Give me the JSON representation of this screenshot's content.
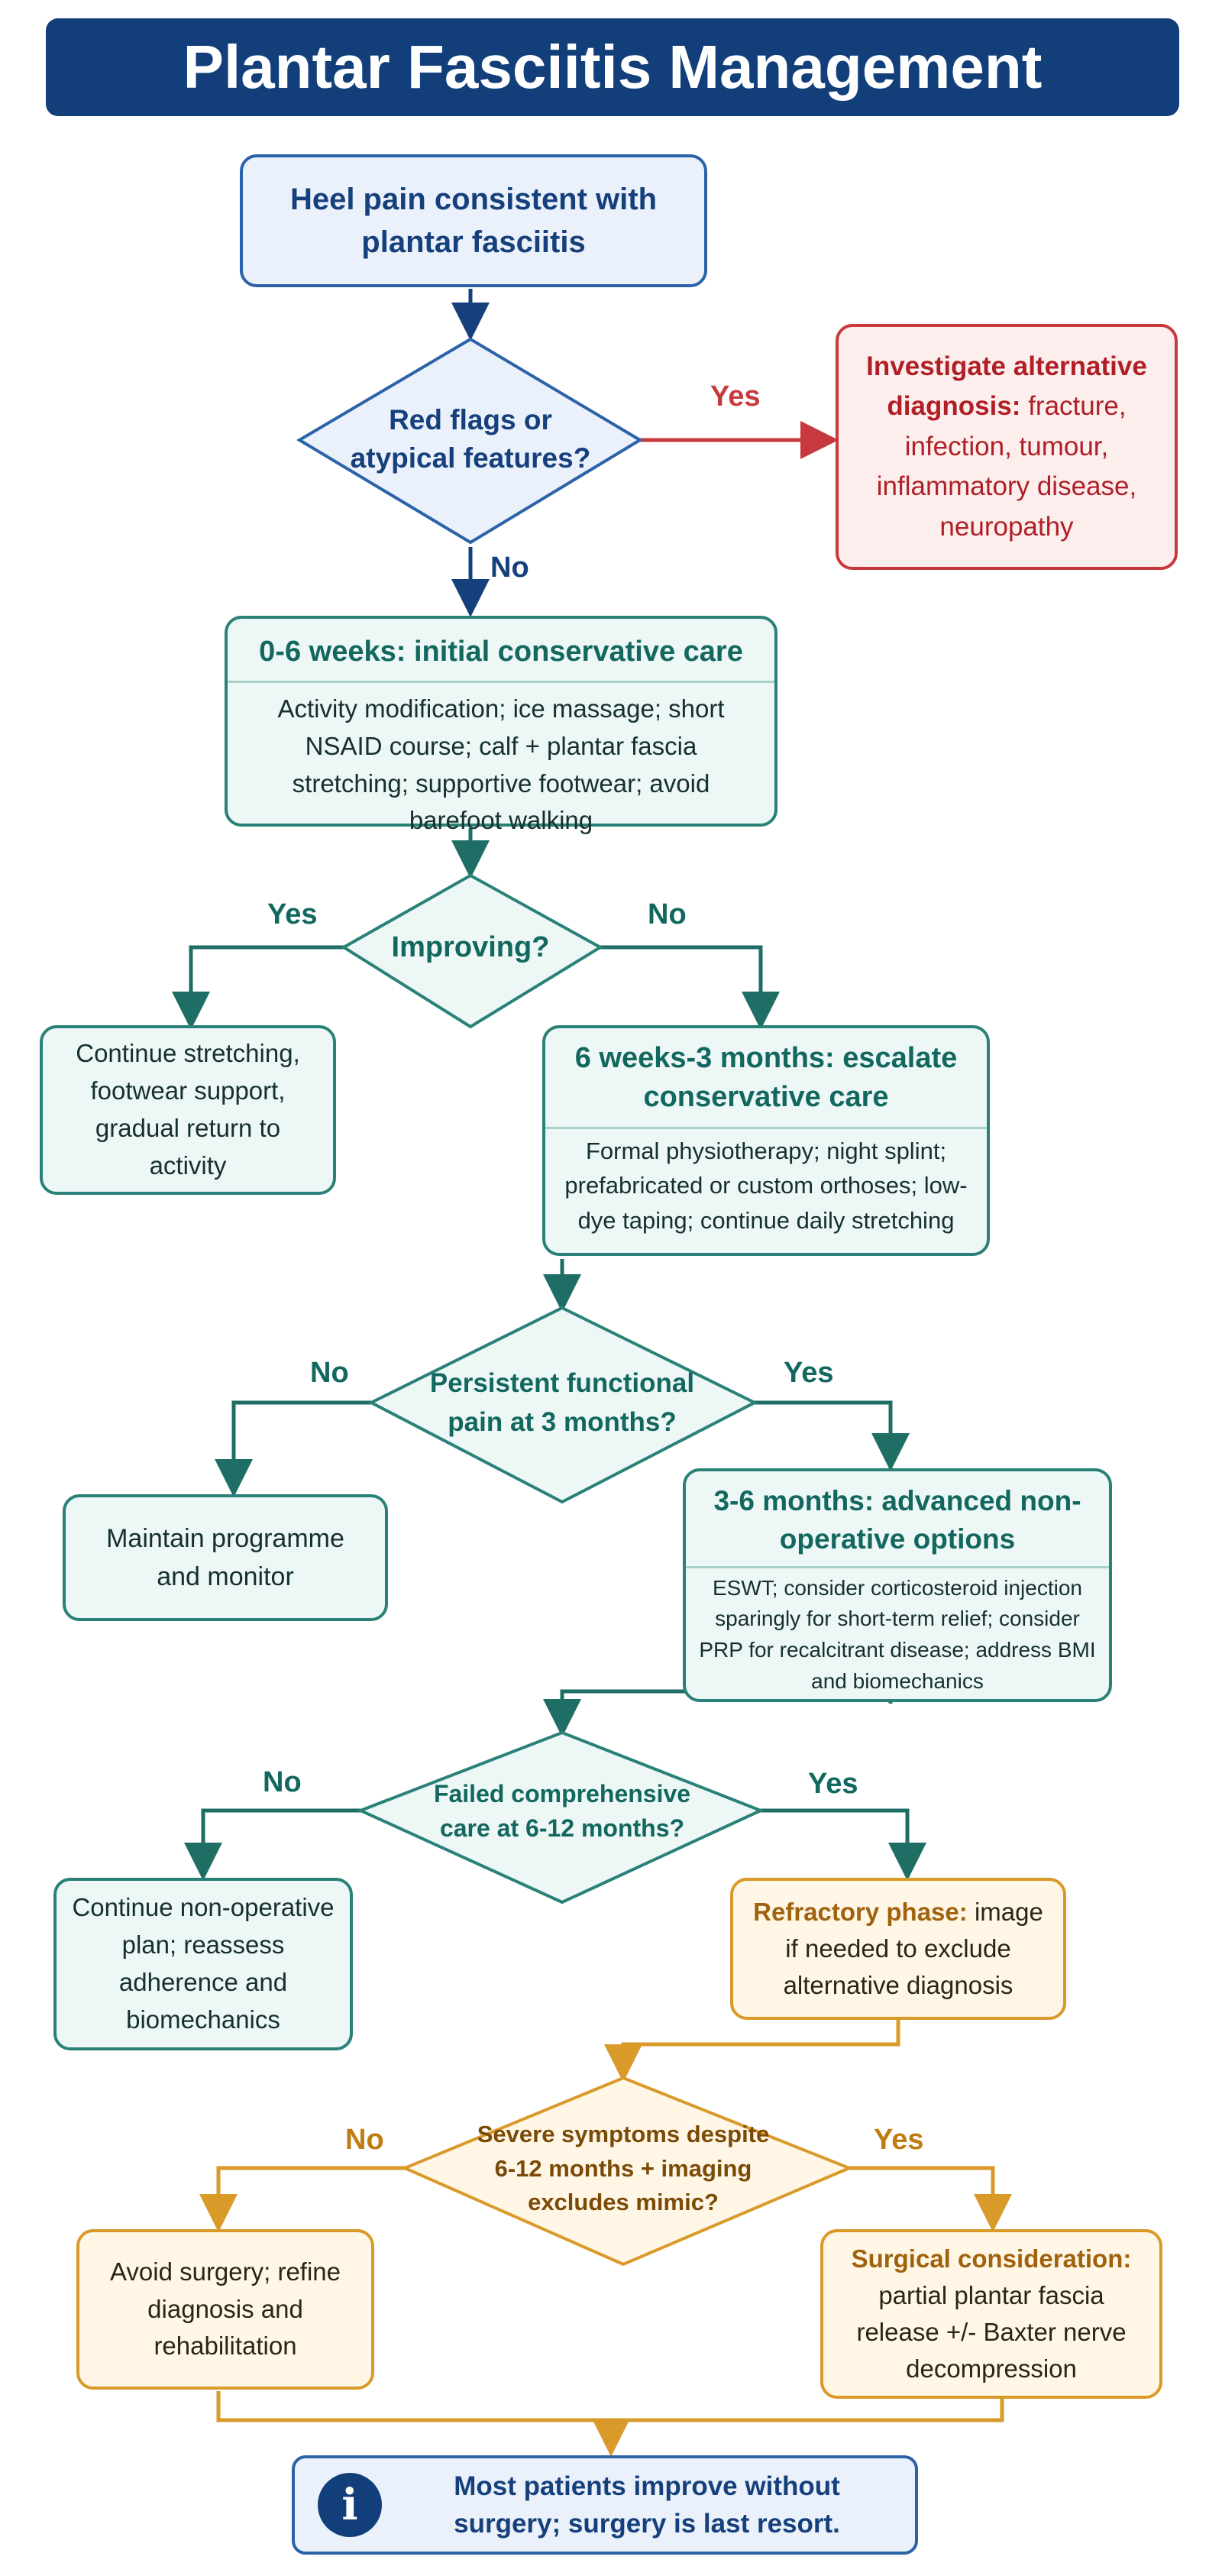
{
  "title": "Plantar Fasciitis Management",
  "start": {
    "text": "Heel pain consistent with plantar fasciitis"
  },
  "q_red_flags": {
    "text": "Red flags or atypical features?",
    "yes": "Yes",
    "no": "No"
  },
  "alternative": {
    "title": "Investigate alternative diagnosis:",
    "text": "fracture, infection, tumour, inflammatory disease, neuropathy"
  },
  "stage_initial": {
    "title": "0-6 weeks: initial conservative care",
    "text": "Activity modification; ice massage; short NSAID course; calf + plantar fascia stretching; supportive footwear; avoid barefoot walking"
  },
  "q_improving": {
    "text": "Improving?",
    "yes": "Yes",
    "no": "No"
  },
  "continue_stretching": {
    "text": "Continue stretching, footwear support, gradual return to activity"
  },
  "stage_escalate": {
    "title": "6 weeks-3 months: escalate conservative care",
    "text": "Formal physiotherapy; night splint; prefabricated or custom orthoses; low-dye taping; continue daily stretching"
  },
  "q_persistent": {
    "text": "Persistent functional pain at 3 months?",
    "yes": "Yes",
    "no": "No"
  },
  "maintain": {
    "text": "Maintain programme and monitor"
  },
  "stage_advanced": {
    "title": "3-6 months: advanced non-operative options",
    "text": "ESWT; consider corticosteroid injection sparingly for short-term relief; consider PRP for recalcitrant disease; address BMI and biomechanics"
  },
  "q_failed": {
    "text": "Failed comprehensive care at 6-12 months?",
    "yes": "Yes",
    "no": "No"
  },
  "continue_nonop": {
    "text": "Continue non-operative plan; reassess adherence and biomechanics"
  },
  "refractory": {
    "title": "Refractory phase:",
    "text": "image if needed to exclude alternative diagnosis"
  },
  "q_severe": {
    "text": "Severe symptoms despite 6-12 months + imaging excludes mimic?",
    "yes": "Yes",
    "no": "No"
  },
  "avoid_surgery": {
    "text": "Avoid surgery; refine diagnosis and rehabilitation"
  },
  "surgical": {
    "title": "Surgical consideration:",
    "text": "partial plantar fascia release +/- Baxter nerve decompression"
  },
  "footer": {
    "icon": "info-icon",
    "text": "Most patients improve without surgery; surgery is last resort."
  },
  "colors": {
    "navy": "#123f7a",
    "teal": "#2a8178",
    "red": "#c8393d",
    "orange": "#d99a2a",
    "blue": "#2c62a8"
  }
}
